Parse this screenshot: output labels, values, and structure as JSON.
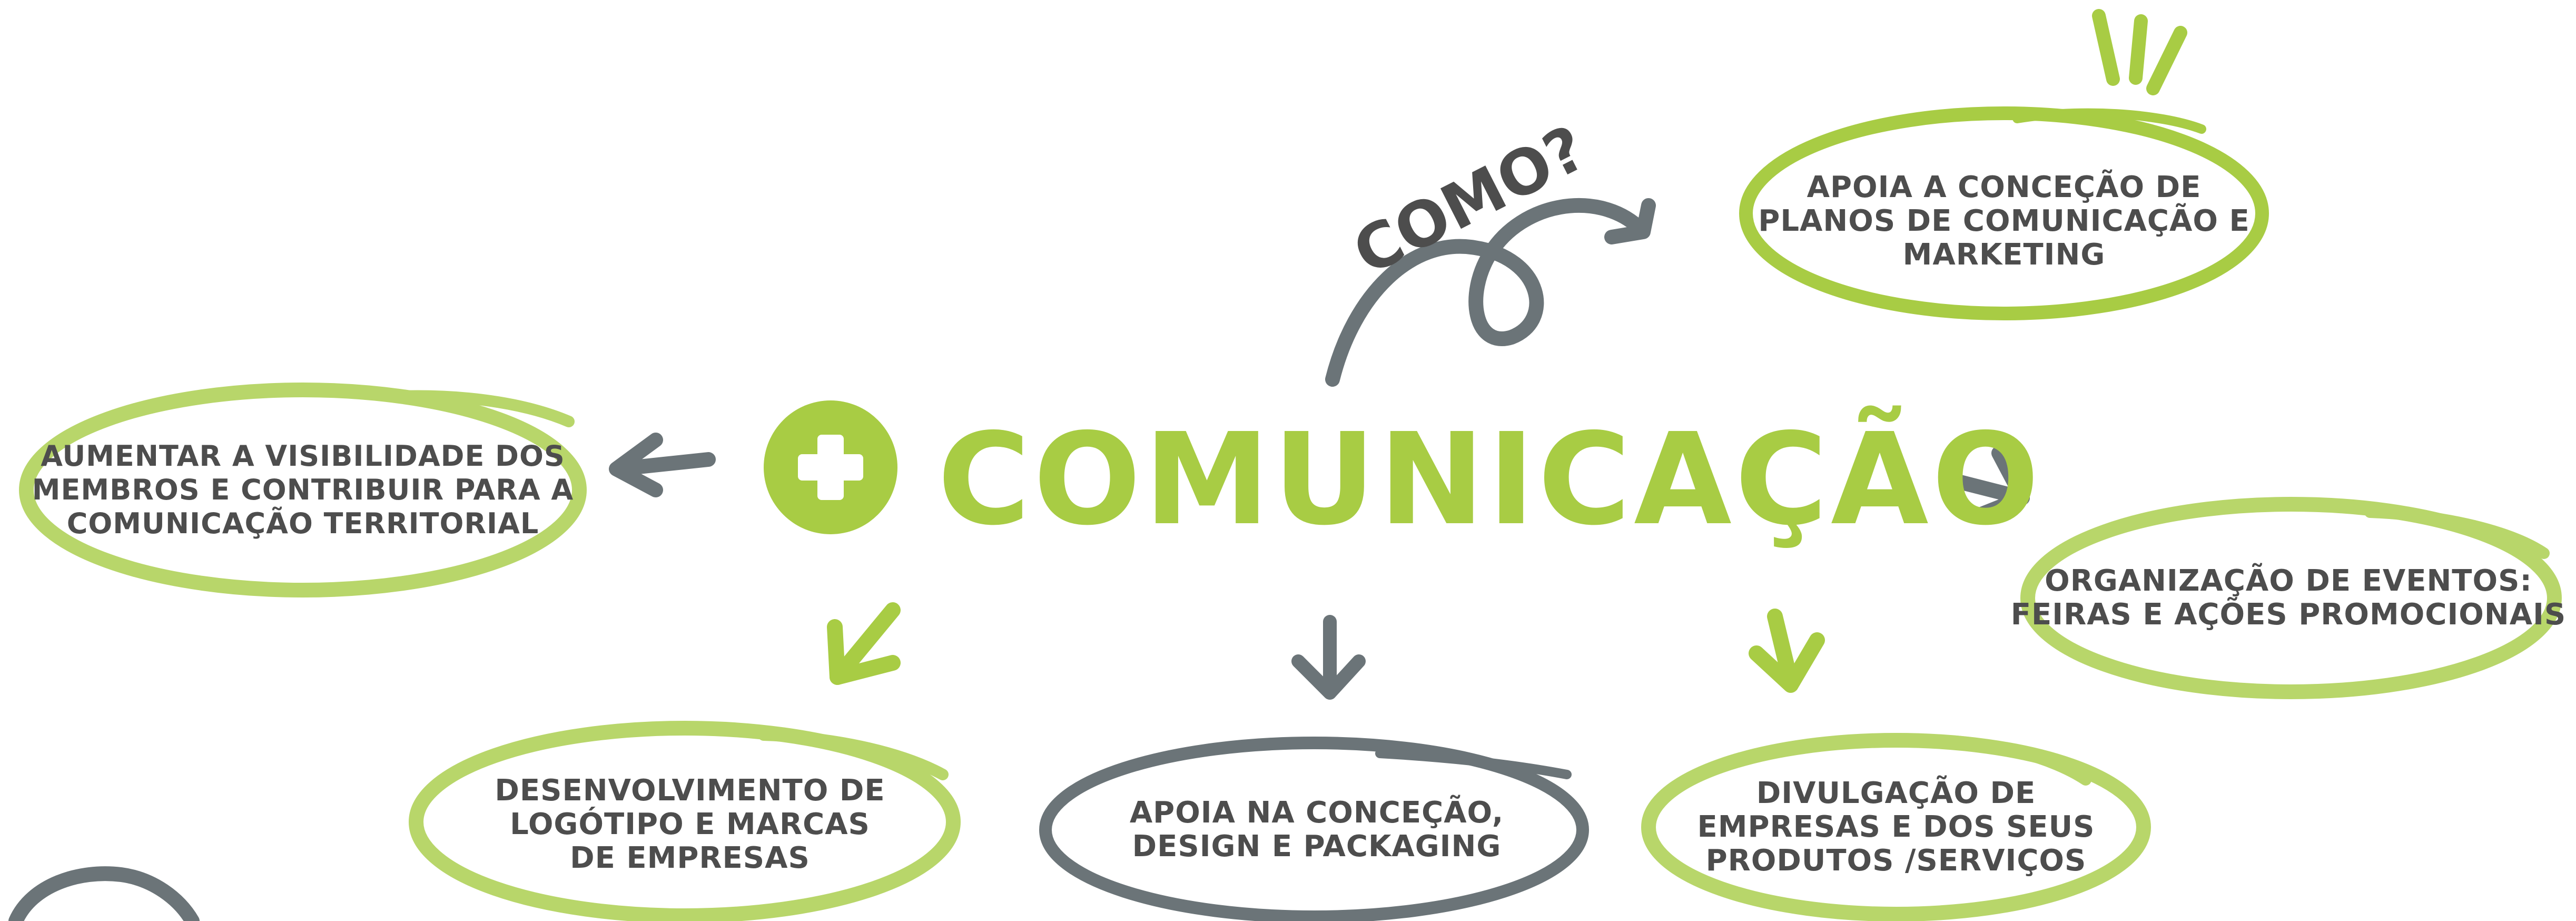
{
  "colors": {
    "green": "#a8cc44",
    "green_light": "#b8d66a",
    "gray": "#6b7478",
    "text": "#4d4d4d"
  },
  "center": {
    "icon": "plus-icon",
    "title": "COMUNICAÇÃO"
  },
  "question": "COMO?",
  "nodes": {
    "plans": {
      "lines": [
        "APOIA A CONCEÇÃO DE",
        "PLANOS DE COMUNICAÇÃO E",
        "MARKETING"
      ],
      "color": "#a8cc44"
    },
    "visibility": {
      "lines": [
        "AUMENTAR A VISIBILIDADE DOS",
        "MEMBROS E CONTRIBUIR PARA A",
        "COMUNICAÇÃO TERRITORIAL"
      ],
      "color": "#b8d66a"
    },
    "events": {
      "lines": [
        "ORGANIZAÇÃO DE EVENTOS:",
        "FEIRAS E AÇÕES PROMOCIONAIS"
      ],
      "color": "#b8d66a"
    },
    "logo": {
      "lines": [
        "DESENVOLVIMENTO DE",
        "LOGÓTIPO E MARCAS",
        "DE EMPRESAS"
      ],
      "color": "#b8d66a"
    },
    "design": {
      "lines": [
        "APOIA NA CONCEÇÃO,",
        "DESIGN E PACKAGING"
      ],
      "color": "#6b7478"
    },
    "promotion": {
      "lines": [
        "DIVULGAÇÃO DE",
        "EMPRESAS E DOS SEUS",
        "PRODUTOS /SERVIÇOS"
      ],
      "color": "#b8d66a"
    }
  }
}
